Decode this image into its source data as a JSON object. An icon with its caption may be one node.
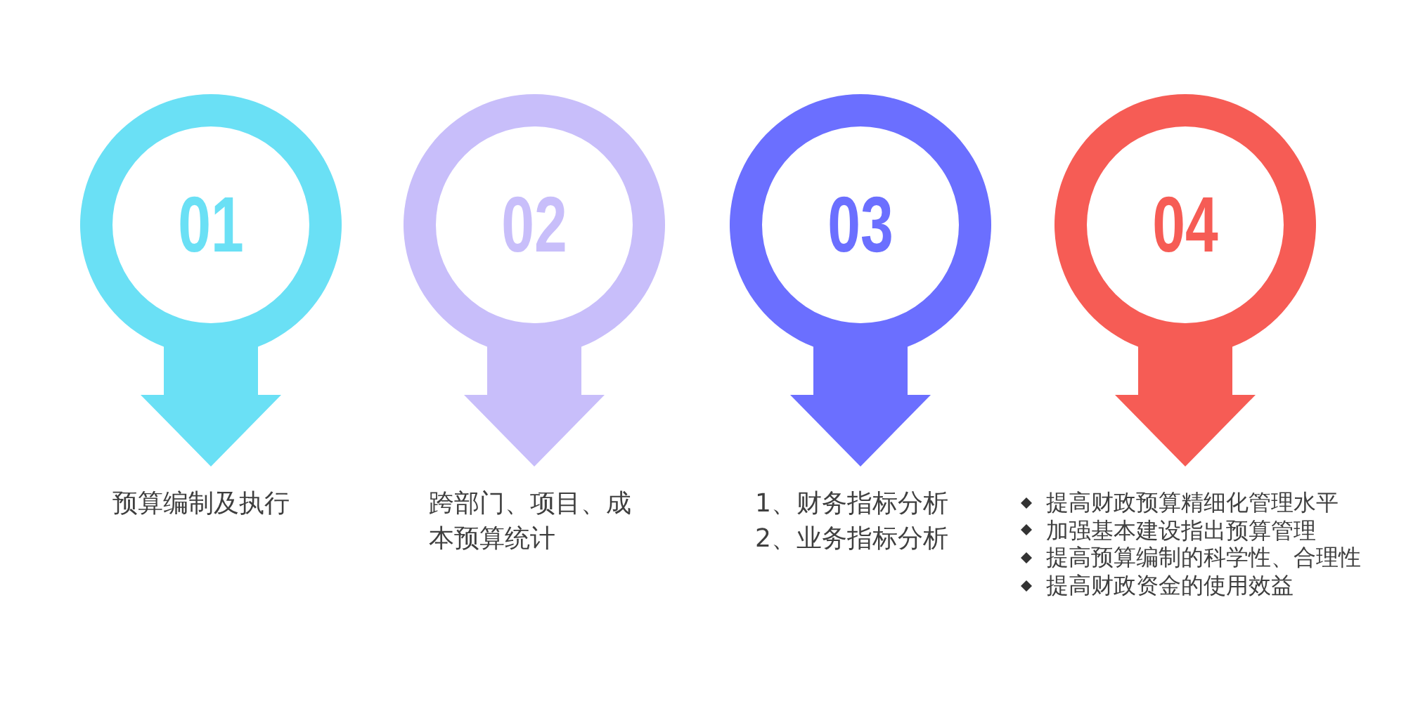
{
  "diagram": {
    "nodes": [
      {
        "text": [
          "01"
        ],
        "beside": [
          "预算编制及执行"
        ]
      },
      {
        "text": [
          "02"
        ],
        "beside": [
          "跨部门、项目、成本预算统计"
        ]
      },
      {
        "text": [
          "03"
        ],
        "beside": [
          "1、财务指标分析",
          "2、业务指标分析"
        ]
      },
      {
        "text": [
          "04"
        ],
        "beside": [
          "提高财政预算精细化管理水平",
          "加强基本建设指出预算管理",
          "提高预算编制的科学性、合理性",
          "提高财政资金的使用效益"
        ]
      }
    ]
  }
}
